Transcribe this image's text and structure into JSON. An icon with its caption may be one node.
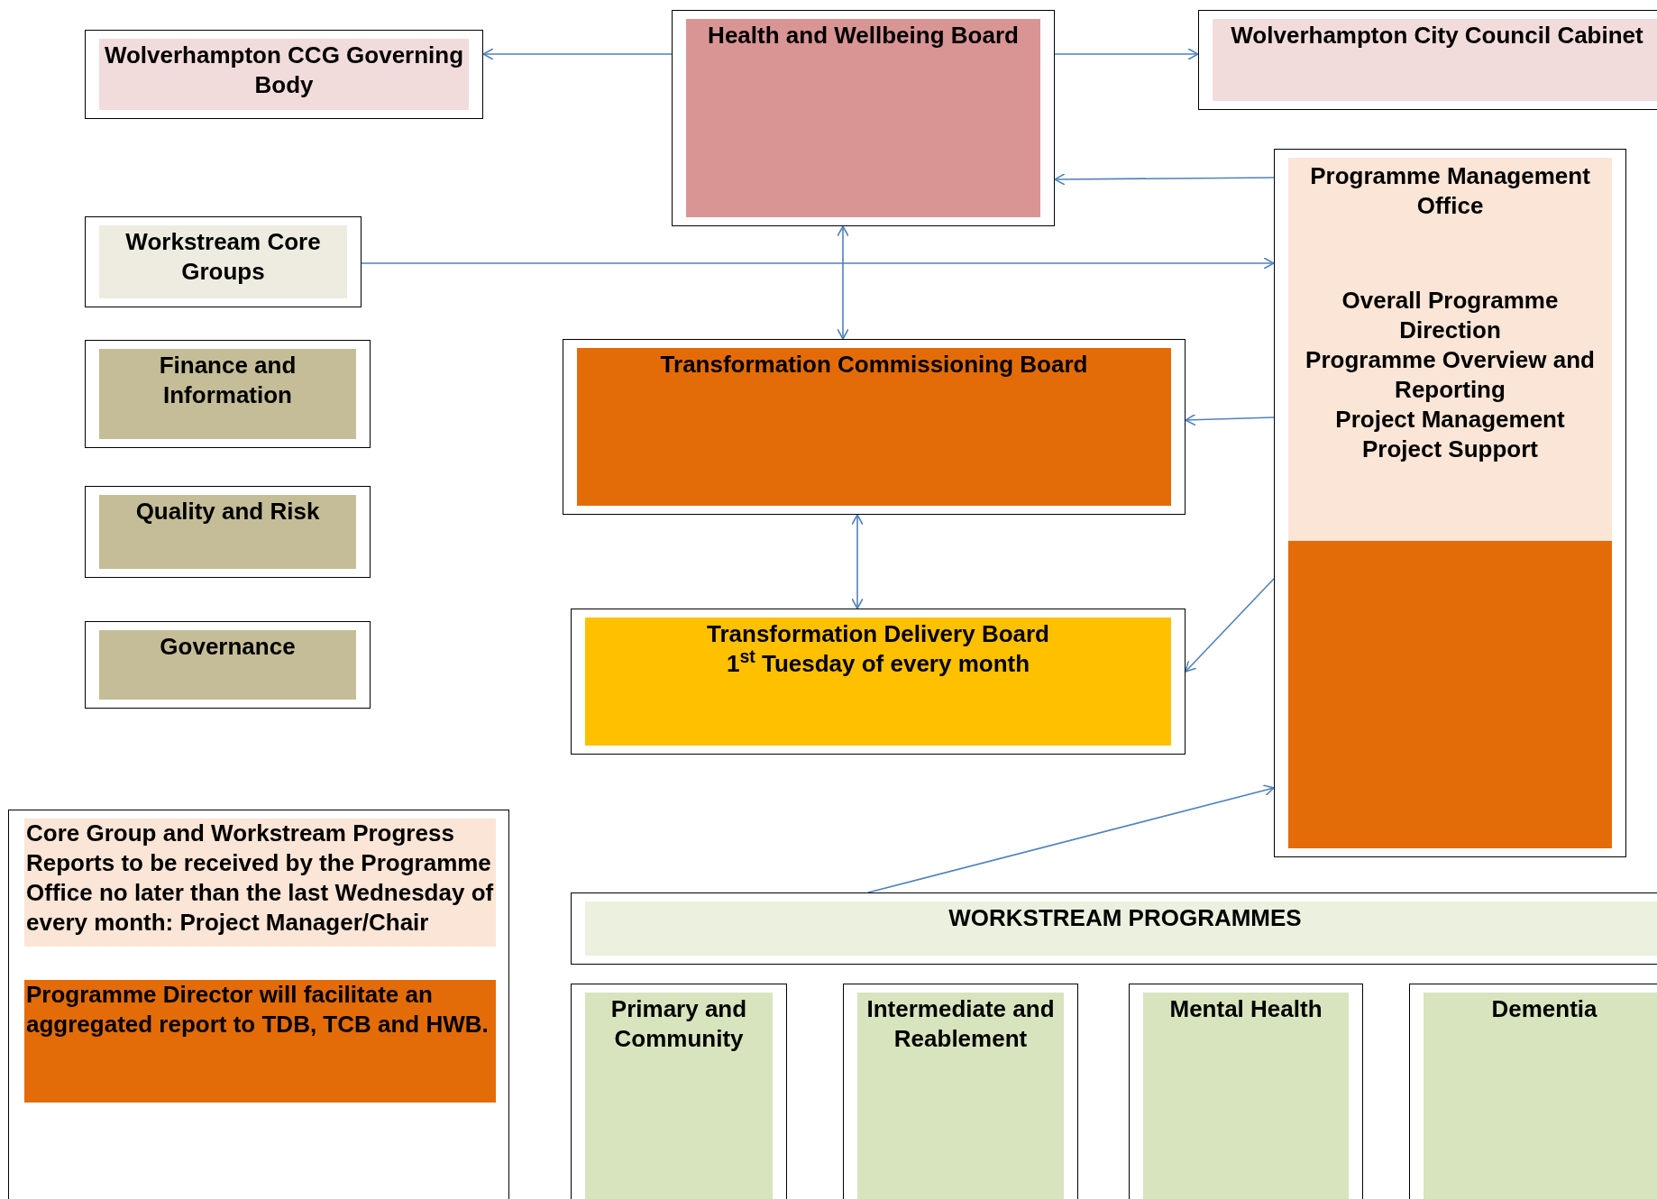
{
  "diagram": {
    "nodes": [
      {
        "text": [
          "Wolverhampton CCG Governing Body"
        ]
      },
      {
        "text": [
          "Health and Wellbeing Board"
        ]
      },
      {
        "text": [
          "Wolverhampton City Council Cabinet"
        ]
      },
      {
        "text": [
          "Workstream Core Groups"
        ]
      },
      {
        "text": [
          "Finance and Information"
        ]
      },
      {
        "text": [
          "Quality and Risk"
        ]
      },
      {
        "text": [
          "Governance"
        ]
      },
      {
        "text": [
          "Programme Management Office",
          "Overall Programme Direction",
          "Programme Overview and Reporting",
          "Project Management",
          "Project Support"
        ]
      },
      {
        "text": [
          "Transformation Commissioning Board"
        ]
      },
      {
        "text": [
          "Transformation Delivery Board",
          "1$^{st}$ Tuesday of every month"
        ]
      },
      {
        "text": [
          "Core Group and Workstream Progress Reports to be received by the Programme Office no later than the last Wednesday of every month: Project Manager/Chair",
          "Programme Director will facilitate an aggregated report to TDB, TCB and HWB."
        ]
      },
      {
        "text": [
          "WORKSTREAM PROGRAMMES"
        ]
      },
      {
        "text": [
          "Primary and Community"
        ]
      },
      {
        "text": [
          "Intermediate and Reablement"
        ]
      },
      {
        "text": [
          "Mental Health"
        ]
      },
      {
        "text": [
          "Dementia"
        ]
      }
    ],
    "edges": [
      {
        "from": 1,
        "to": 0,
        "arrow": "to"
      },
      {
        "from": 1,
        "to": 2,
        "arrow": "to"
      },
      {
        "from": 7,
        "to": 1,
        "arrow": "to"
      },
      {
        "from": 3,
        "to": 7,
        "arrow": "to"
      },
      {
        "from": 1,
        "to": 8,
        "arrow": "both"
      },
      {
        "from": 7,
        "to": 8,
        "arrow": "to"
      },
      {
        "from": 8,
        "to": 9,
        "arrow": "both"
      },
      {
        "from": 7,
        "to": 9,
        "arrow": "to"
      },
      {
        "from": 11,
        "to": 7,
        "arrow": "to"
      }
    ]
  }
}
